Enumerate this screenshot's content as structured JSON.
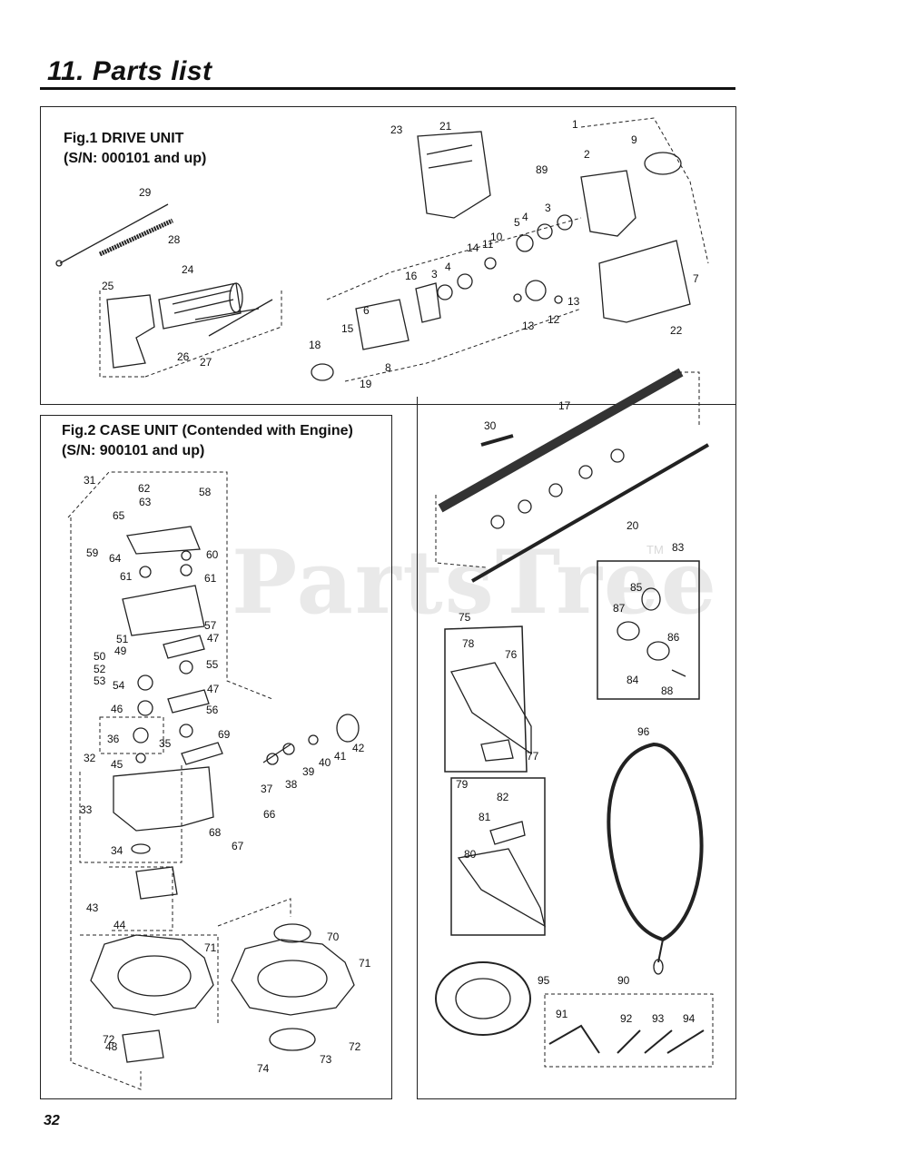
{
  "page": {
    "title": "11. Parts list",
    "page_number": "32",
    "watermark": "PartsTree",
    "watermark_tm": "TM"
  },
  "figures": [
    {
      "title_line1": "Fig.1 DRIVE UNIT",
      "title_line2": "(S/N: 000101 and up)"
    },
    {
      "title_line1": "Fig.2 CASE UNIT (Contended with Engine)",
      "title_line2": "(S/N: 900101 and up)"
    }
  ],
  "callouts": {
    "fig1": [
      "1",
      "2",
      "3",
      "3",
      "4",
      "4",
      "5",
      "6",
      "7",
      "8",
      "9",
      "10",
      "11",
      "12",
      "13",
      "13",
      "14",
      "15",
      "16",
      "18",
      "19",
      "21",
      "22",
      "23",
      "24",
      "25",
      "26",
      "27",
      "28",
      "29",
      "89"
    ],
    "fig2": [
      "31",
      "32",
      "33",
      "34",
      "35",
      "36",
      "37",
      "38",
      "39",
      "40",
      "41",
      "42",
      "43",
      "44",
      "45",
      "46",
      "47",
      "47",
      "48",
      "49",
      "50",
      "51",
      "52",
      "53",
      "54",
      "55",
      "56",
      "57",
      "58",
      "59",
      "60",
      "61",
      "61",
      "62",
      "63",
      "64",
      "65",
      "66",
      "67",
      "68",
      "69",
      "70",
      "71",
      "71",
      "72",
      "72",
      "73",
      "74"
    ],
    "other": [
      "17",
      "20",
      "30",
      "75",
      "76",
      "77",
      "78",
      "79",
      "80",
      "81",
      "82",
      "83",
      "84",
      "85",
      "86",
      "87",
      "88",
      "90",
      "91",
      "92",
      "93",
      "94",
      "95",
      "96"
    ]
  }
}
